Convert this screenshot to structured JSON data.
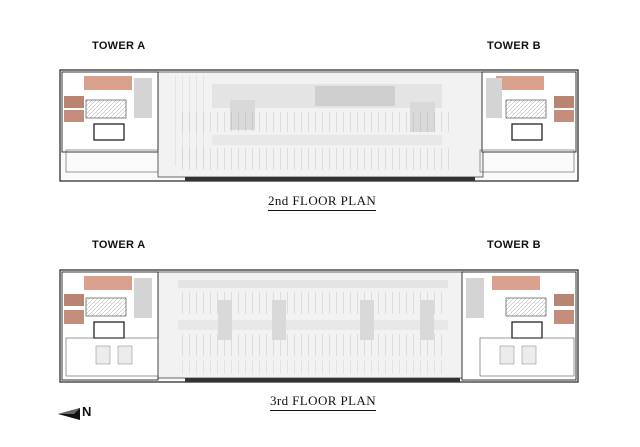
{
  "plans": [
    {
      "title": "2nd FLOOR PLAN",
      "tower_left": "TOWER A",
      "tower_right": "TOWER B"
    },
    {
      "title": "3rd FLOOR PLAN",
      "tower_left": "TOWER A",
      "tower_right": "TOWER B"
    }
  ],
  "north_label": "N",
  "colors": {
    "unit_salmon": "#d9a08e",
    "unit_brown": "#b98472",
    "grey_fill": "#d4d4d4",
    "dark_line": "#222222"
  }
}
